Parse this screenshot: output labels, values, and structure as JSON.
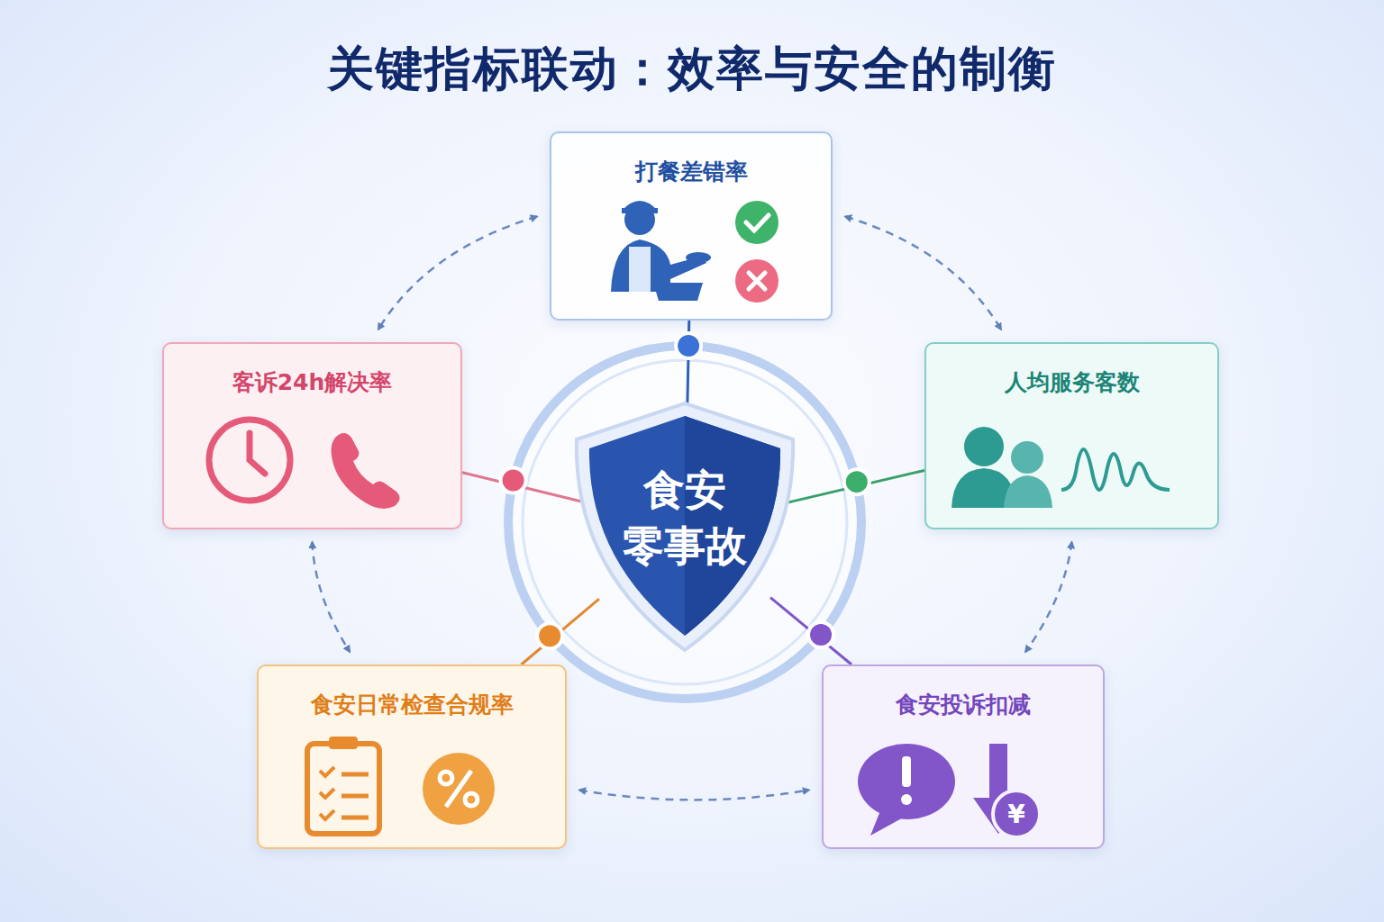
{
  "diagram": {
    "title": "关键指标联动：效率与安全的制衡",
    "nodes": [
      {
        "text": [
          "打餐差错率"
        ]
      },
      {
        "text": [
          "客诉24h解决率"
        ]
      },
      {
        "text": [
          "食安 零事故"
        ]
      },
      {
        "text": [
          "人均服务客数"
        ]
      },
      {
        "text": [
          "食安日常检查合规率"
        ]
      },
      {
        "text": [
          "食安投诉扣减"
        ]
      }
    ],
    "edges": [
      {
        "from": 0,
        "to": 1,
        "arrow": "both"
      },
      {
        "from": 0,
        "to": 3,
        "arrow": "both"
      },
      {
        "from": 1,
        "to": 4,
        "arrow": "both"
      },
      {
        "from": 3,
        "to": 5,
        "arrow": "both"
      },
      {
        "from": 4,
        "to": 5,
        "arrow": "both"
      },
      {
        "from": 2,
        "to": 0,
        "arrow": "none"
      },
      {
        "from": 2,
        "to": 1,
        "arrow": "none"
      },
      {
        "from": 2,
        "to": 3,
        "arrow": "none"
      },
      {
        "from": 2,
        "to": 4,
        "arrow": "none"
      },
      {
        "from": 2,
        "to": 5,
        "arrow": "none"
      }
    ]
  }
}
